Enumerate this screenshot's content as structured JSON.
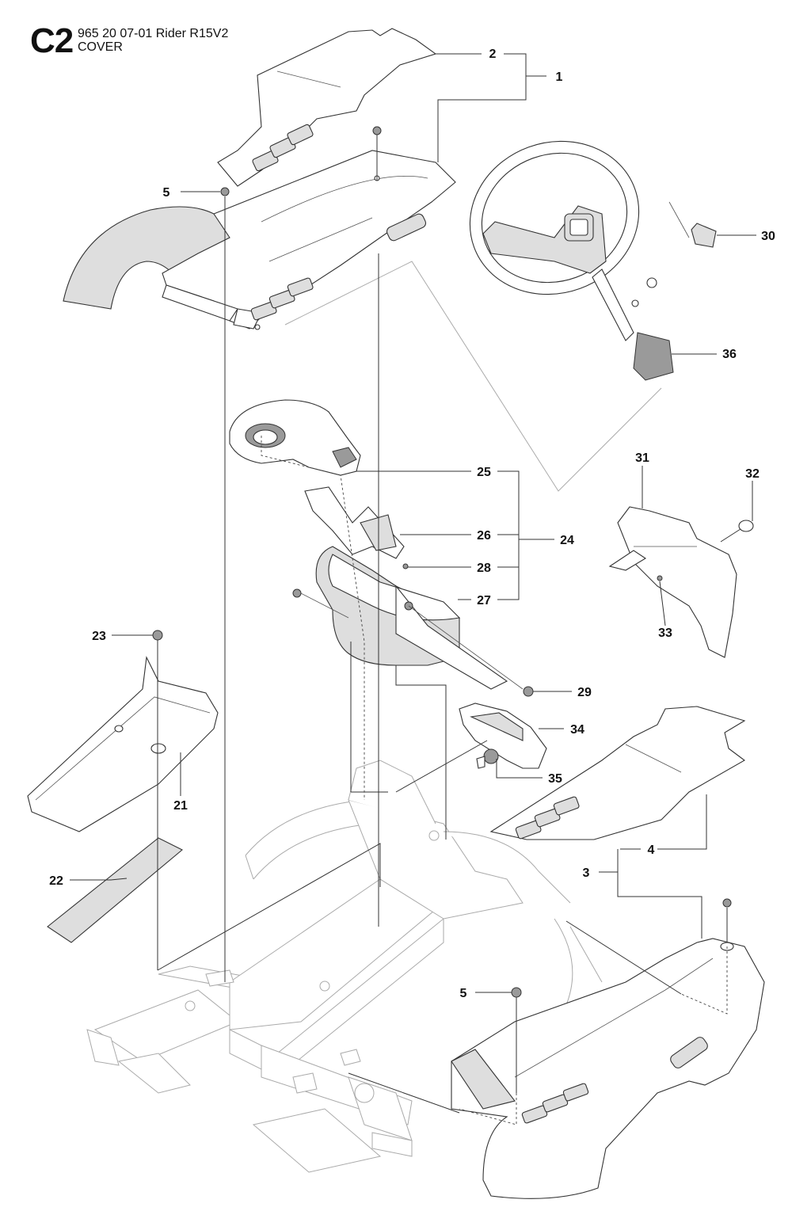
{
  "header": {
    "code": "C2",
    "model": "965 20 07-01 Rider R15V2",
    "name": "COVER"
  },
  "callouts": {
    "p1": "1",
    "p2": "2",
    "p3": "3",
    "p4": "4",
    "p5a": "5",
    "p5b": "5",
    "p21": "21",
    "p22": "22",
    "p23": "23",
    "p24": "24",
    "p25": "25",
    "p26": "26",
    "p27": "27",
    "p28": "28",
    "p29": "29",
    "p30": "30",
    "p31": "31",
    "p32": "32",
    "p33": "33",
    "p34": "34",
    "p35": "35",
    "p36": "36"
  }
}
